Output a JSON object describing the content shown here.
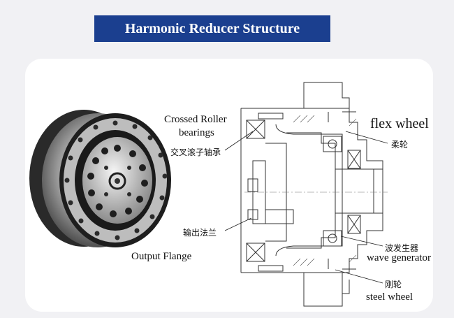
{
  "title": "Harmonic Reducer Structure",
  "labels": {
    "crossed_roller_en_line1": "Crossed Roller",
    "crossed_roller_en_line2": "bearings",
    "crossed_roller_cn": "交叉滚子轴承",
    "output_flange_cn": "输出法兰",
    "output_flange_en": "Output Flange",
    "flex_wheel_en": "flex wheel",
    "flex_wheel_cn": "柔轮",
    "wave_generator_cn": "波发生器",
    "wave_generator_en": "wave generator",
    "steel_wheel_cn": "刚轮",
    "steel_wheel_en": "steel wheel"
  },
  "colors": {
    "title_bg": "#1b3f8f",
    "title_text": "#ffffff",
    "panel_bg": "#ffffff",
    "page_bg": "#f1f1f4"
  },
  "icons": {
    "product_photo": "harmonic-reducer-photo",
    "cross_section": "harmonic-reducer-cross-section-drawing"
  }
}
